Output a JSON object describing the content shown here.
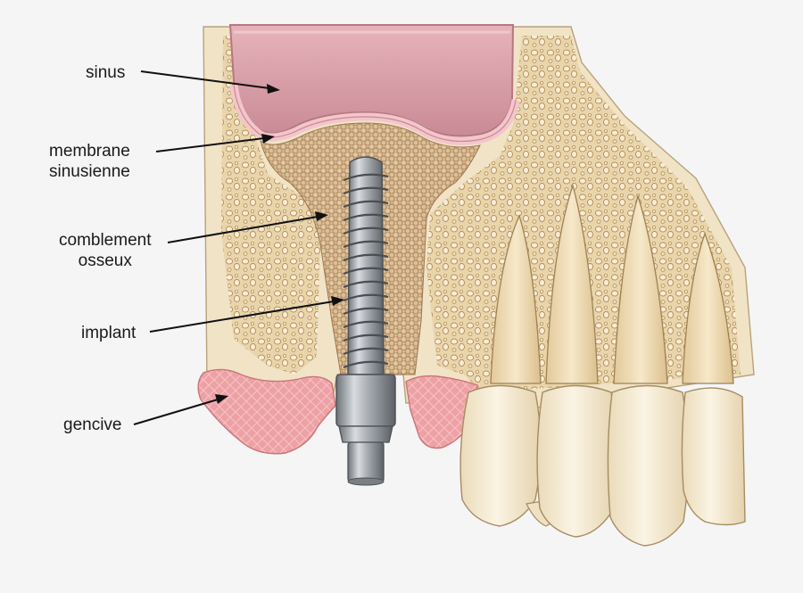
{
  "labels": {
    "sinus": "sinus",
    "membrane_line1": "membrane",
    "membrane_line2": "sinusienne",
    "comblement_line1": "comblement",
    "comblement_line2": "osseux",
    "implant": "implant",
    "gencive": "gencive"
  },
  "colors": {
    "background": "#f5f5f6",
    "bone_cortical": "#f1e3c6",
    "bone_cancellous": "#e6cfa2",
    "sinus_cavity": "#d99aa3",
    "sinus_membrane": "#f1c9cc",
    "graft": "#c8a77e",
    "gum": "#eea6a8",
    "implant": "#9ea3a8",
    "teeth": "#f6ecd6",
    "arrow": "#111111"
  }
}
